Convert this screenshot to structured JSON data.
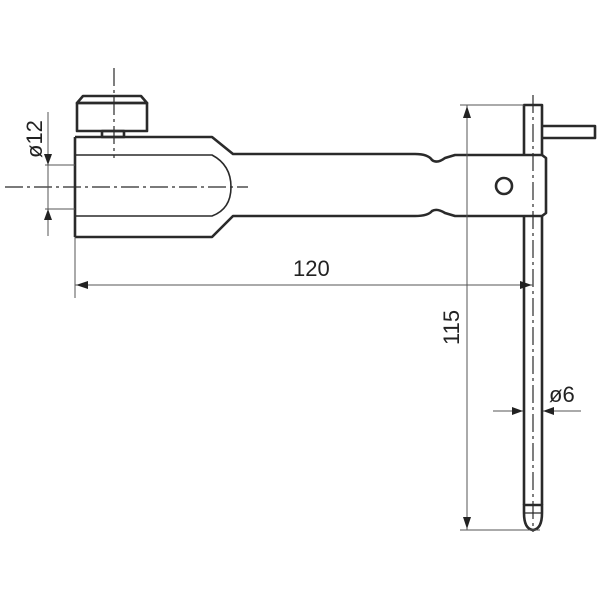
{
  "drawing": {
    "dimensions": {
      "bore_diameter": "ø12",
      "length": "120",
      "height": "115",
      "pin_diameter": "ø6"
    },
    "colors": {
      "line": "#2a2a2a",
      "background": "#ffffff"
    }
  }
}
